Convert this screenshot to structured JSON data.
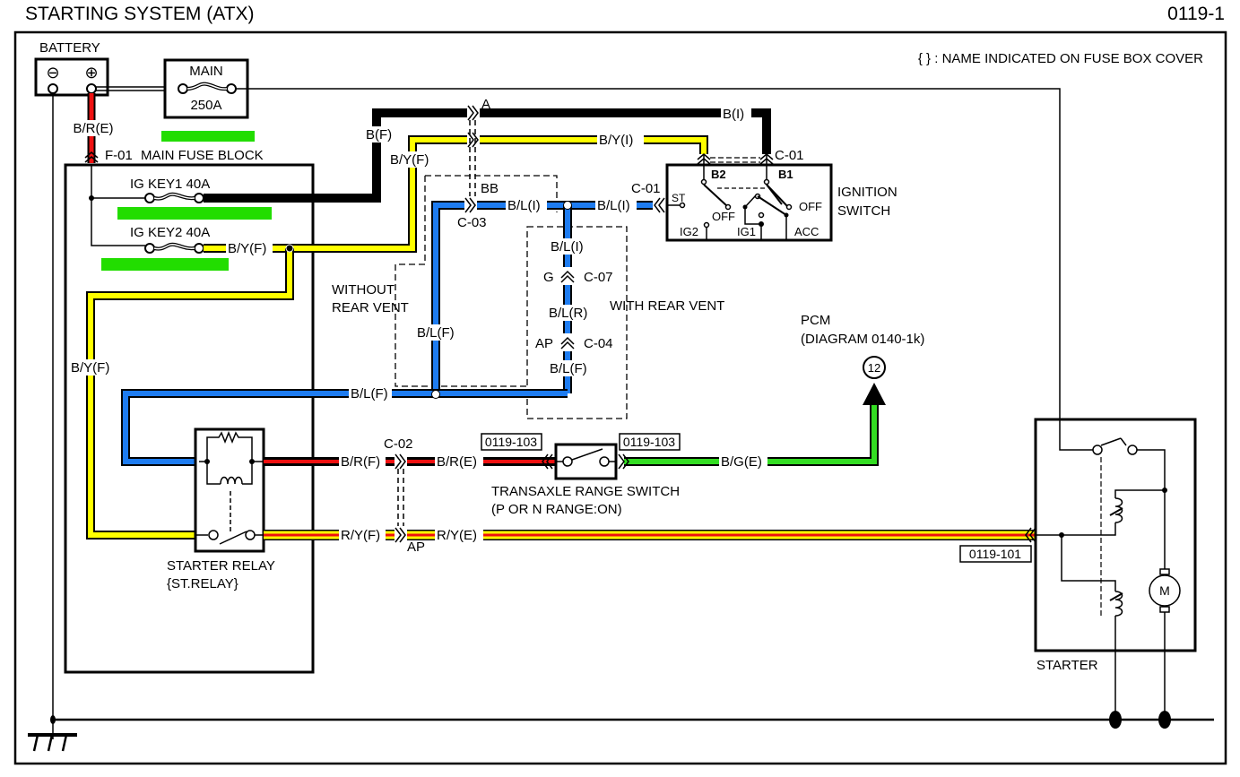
{
  "header": {
    "title": "STARTING SYSTEM (ATX)",
    "page_code": "0119-1"
  },
  "legend_note": "{ } : NAME INDICATED ON FUSE BOX COVER",
  "colors": {
    "black_wire": "#000000",
    "yellow_wire": "#ffff00",
    "blue_wire": "#1e7cf0",
    "red_wire": "#ee1111",
    "green_wire": "#33dd22",
    "highlight_marker": "#22dd00"
  },
  "components": {
    "battery": {
      "label": "BATTERY",
      "neg": "⊖",
      "pos": "⊕"
    },
    "main_fuse": {
      "label": "MAIN",
      "rating": "250A"
    },
    "main_fuse_block": {
      "connector": "F-01",
      "label": "MAIN FUSE BLOCK"
    },
    "ig_key1": {
      "label": "IG KEY1 40A"
    },
    "ig_key2": {
      "label": "IG KEY2 40A"
    },
    "starter_relay": {
      "label": "STARTER RELAY",
      "fuse_box_name": "{ST.RELAY}"
    },
    "ignition_switch": {
      "label_line1": "IGNITION",
      "label_line2": "SWITCH",
      "terminals": {
        "b2": "B2",
        "b1": "B1",
        "st": "ST",
        "ig2": "IG2",
        "ig1": "IG1",
        "acc": "ACC",
        "off1": "OFF",
        "off2": "OFF"
      }
    },
    "transaxle_range_switch": {
      "label_line1": "TRANSAXLE RANGE SWITCH",
      "label_line2": "(P OR N RANGE:ON)"
    },
    "pcm": {
      "label_line1": "PCM",
      "label_line2": "(DIAGRAM 0140-1k)",
      "terminal": "12"
    },
    "starter": {
      "label": "STARTER",
      "motor": "M"
    }
  },
  "wires": {
    "battery_to_fuseblock": "B/R(E)",
    "ig_key1_out": "B(F)",
    "ig_key1_in": "B(I)",
    "ig_key2_out": "B/Y(F)",
    "ig_key2_out2": "B/Y(F)",
    "ig_key2_in": "B/Y(I)",
    "relay_feed": "B/Y(F)",
    "st_line_1": "B/L(I)",
    "st_line_2": "B/L(I)",
    "rear_vent_top": "B/L(I)",
    "rear_vent_mid": "B/L(R)",
    "rear_vent_bottom": "B/L(F)",
    "without_vent": "B/L(F)",
    "relay_coil": "B/L(F)",
    "relay_to_c02": "B/R(F)",
    "c02_to_trs": "B/R(E)",
    "trs_to_pcm": "B/G(E)",
    "relay_out_f": "R/Y(F)",
    "relay_out_e": "R/Y(E)"
  },
  "connectors": {
    "a": "A",
    "bb": "BB",
    "c03": "C-03",
    "c01_top": "C-01",
    "c01_st": "C-01",
    "g": "G",
    "c07": "C-07",
    "ap_c04": "AP",
    "c04": "C-04",
    "c02": "C-02",
    "ap_c02": "AP"
  },
  "references": {
    "trs_in": "0119-103",
    "trs_out": "0119-103",
    "starter": "0119-101"
  },
  "options": {
    "without_rear_vent_1": "WITHOUT",
    "without_rear_vent_2": "REAR VENT",
    "with_rear_vent": "WITH REAR VENT"
  }
}
